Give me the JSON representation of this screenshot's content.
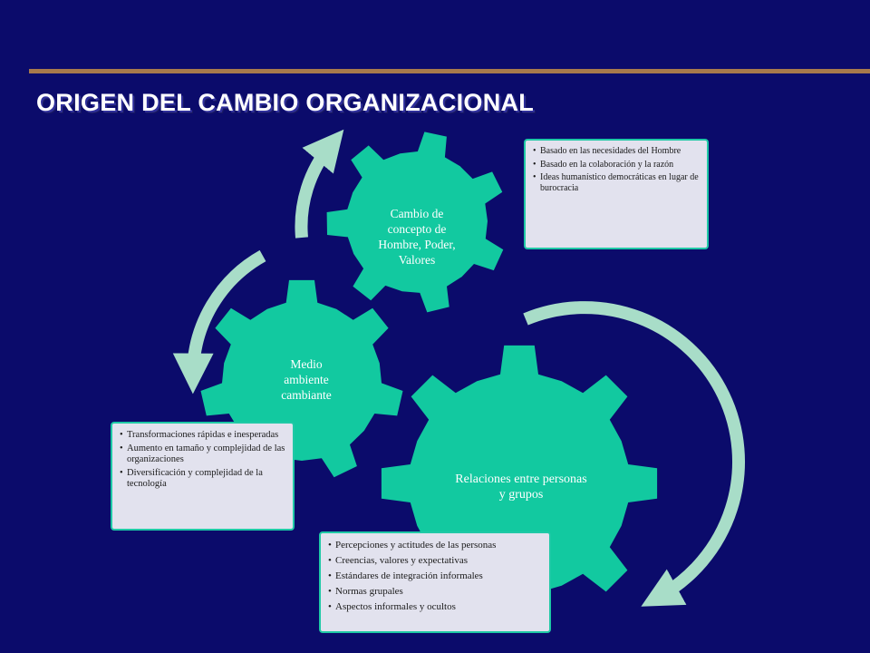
{
  "title": "ORIGEN DEL CAMBIO ORGANIZACIONAL",
  "colors": {
    "background": "#0b0b6b",
    "gear": "#12c9a0",
    "arrow": "#a8ddc8",
    "rule": "#a77a4c",
    "note_bg": "#e2e2ee"
  },
  "gears": {
    "values": {
      "label_lines": [
        "Cambio de",
        "concepto de",
        "Hombre, Poder,",
        "Valores"
      ]
    },
    "environment": {
      "label_lines": [
        "Medio",
        "ambiente",
        "cambiante"
      ]
    },
    "relations": {
      "label_lines": [
        "Relaciones entre personas",
        "y grupos"
      ]
    }
  },
  "notes": {
    "values": [
      "Basado en las necesidades del Hombre",
      "Basado en la colaboración y la razón",
      "Ideas humanístico democráticas en lugar de burocracia"
    ],
    "environment": [
      "Transformaciones rápidas e inesperadas",
      "Aumento en tamaño y complejidad de las organizaciones",
      "Diversificación y complejidad de la tecnología"
    ],
    "relations": [
      "Percepciones y actitudes de las personas",
      "Creencias, valores y expectativas",
      "Estándares de integración informales",
      "Normas grupales",
      "Aspectos informales y ocultos"
    ]
  }
}
